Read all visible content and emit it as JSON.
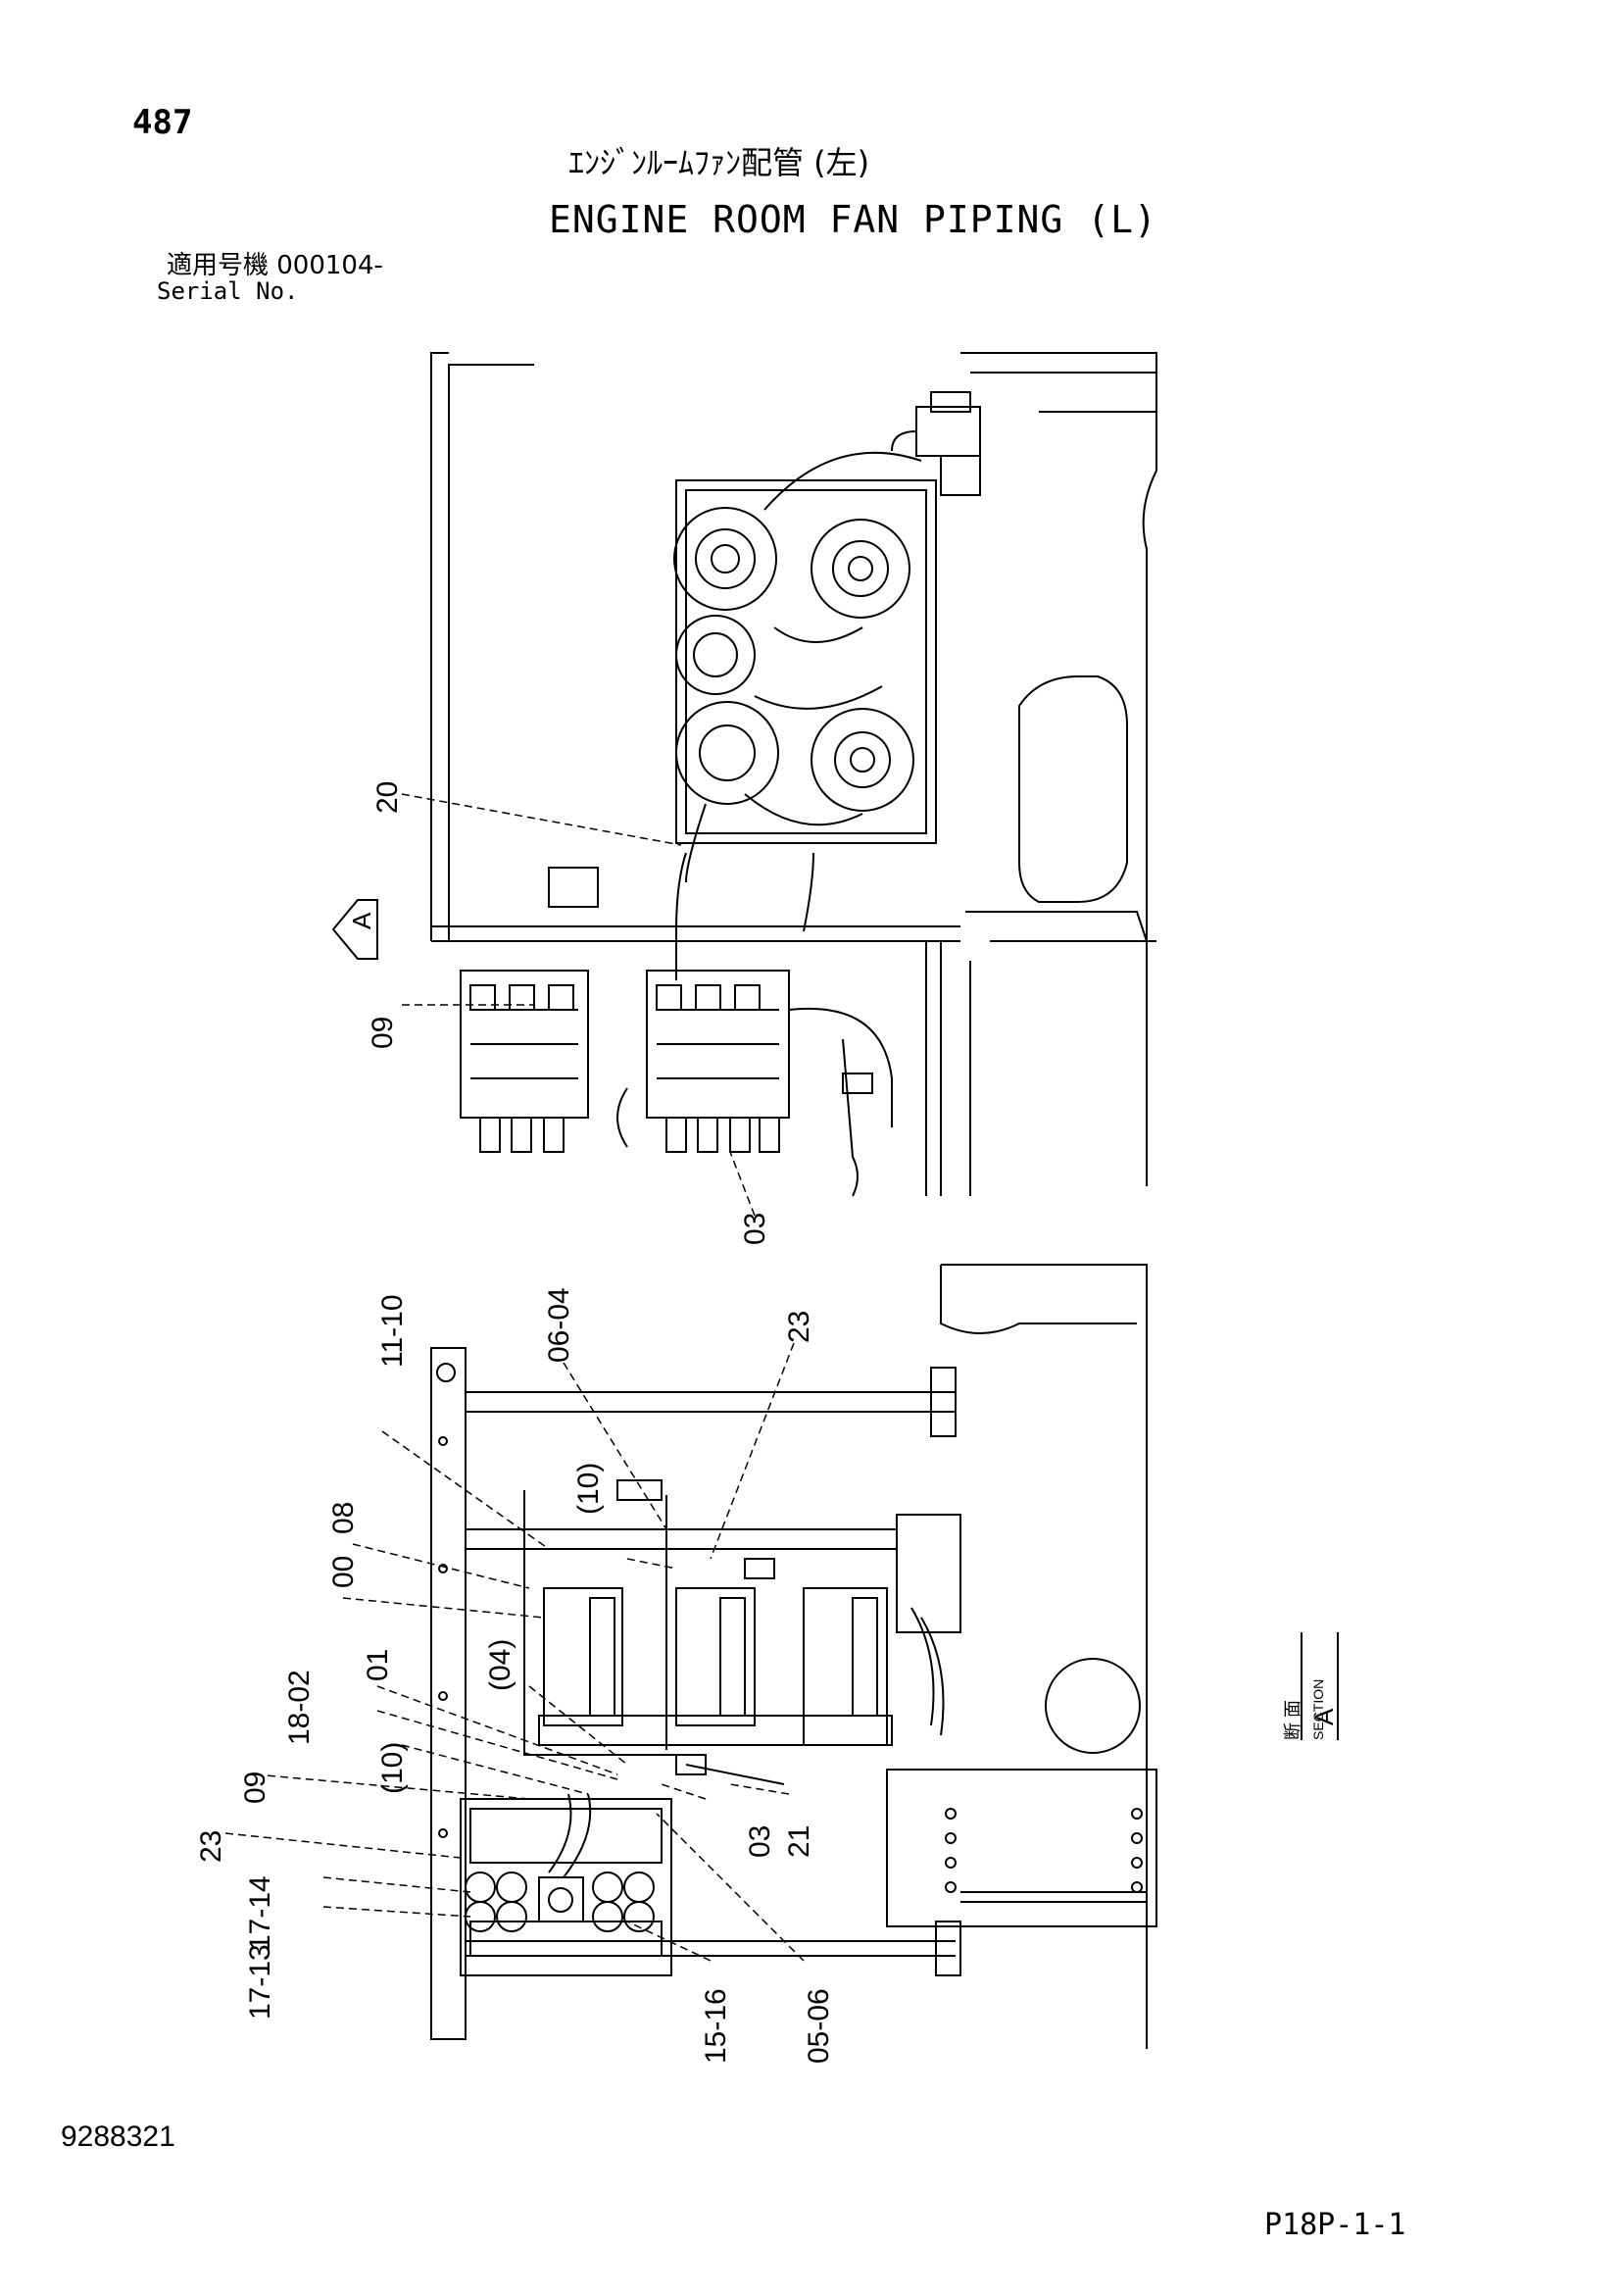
{
  "header": {
    "page_number": "487",
    "title_jp": "ｴﾝｼﾞﾝﾙｰﾑﾌｧﾝ配管 (左)",
    "title_en": "ENGINE ROOM FAN PIPING (L)",
    "serial_jp": "適用号機  000104-",
    "serial_en": "Serial No."
  },
  "footer": {
    "doc_number": "9288321",
    "page_code": "P18P-1-1"
  },
  "view_marker": {
    "letter": "A"
  },
  "section_marker": {
    "jp": "断 面",
    "en": "SECTION",
    "letter": "A"
  },
  "callouts": {
    "c20": "20",
    "c09_top": "09",
    "c03_top": "03",
    "c11_10": "11-10",
    "c06_04": "06-04",
    "c23_top": "23",
    "c10_a": "(10)",
    "c08": "08",
    "c00": "00",
    "c01": "01",
    "c04": "(04)",
    "c18_02": "18-02",
    "c10_b": "(10)",
    "c09_bottom": "09",
    "c23_bottom": "23",
    "c17_14": "17-14",
    "c17_13": "17-13",
    "c03_bottom": "03",
    "c21": "21",
    "c15_16": "15-16",
    "c05_06": "05-06"
  }
}
